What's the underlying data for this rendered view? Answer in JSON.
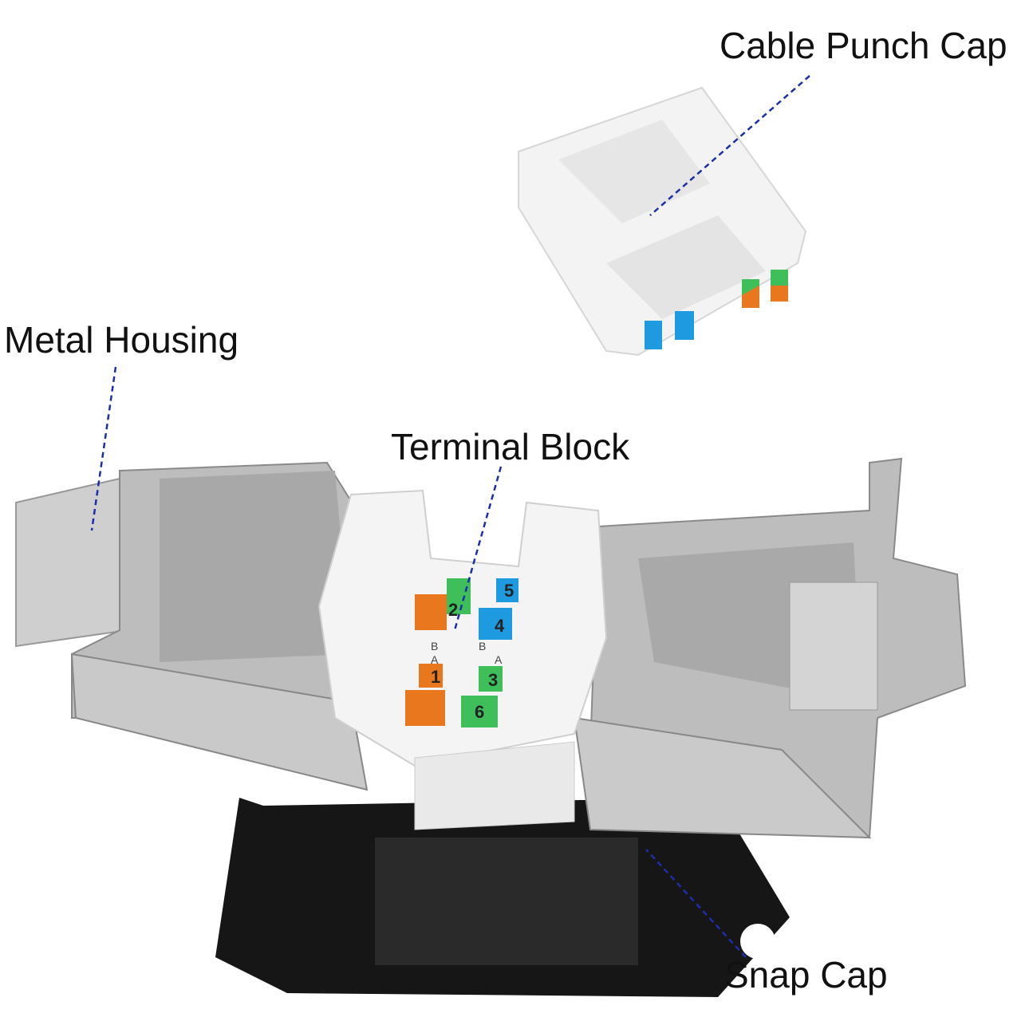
{
  "labels": {
    "cable_punch_cap": "Cable Punch Cap",
    "metal_housing": "Metal Housing",
    "terminal_block": "Terminal Block",
    "snap_cap": "Snap Cap"
  },
  "terminal_pins": [
    "1",
    "2",
    "3",
    "4",
    "5",
    "6"
  ],
  "terminal_marks": [
    "B",
    "A",
    "B",
    "A"
  ],
  "colors": {
    "leader_line": "#1a2fa8",
    "metal": "#bdbdbd",
    "plastic_white": "#f4f4f4",
    "base_black": "#161616",
    "pin_orange": "#e8771e",
    "pin_green": "#3fbf5a",
    "pin_blue": "#1e9ae0"
  }
}
